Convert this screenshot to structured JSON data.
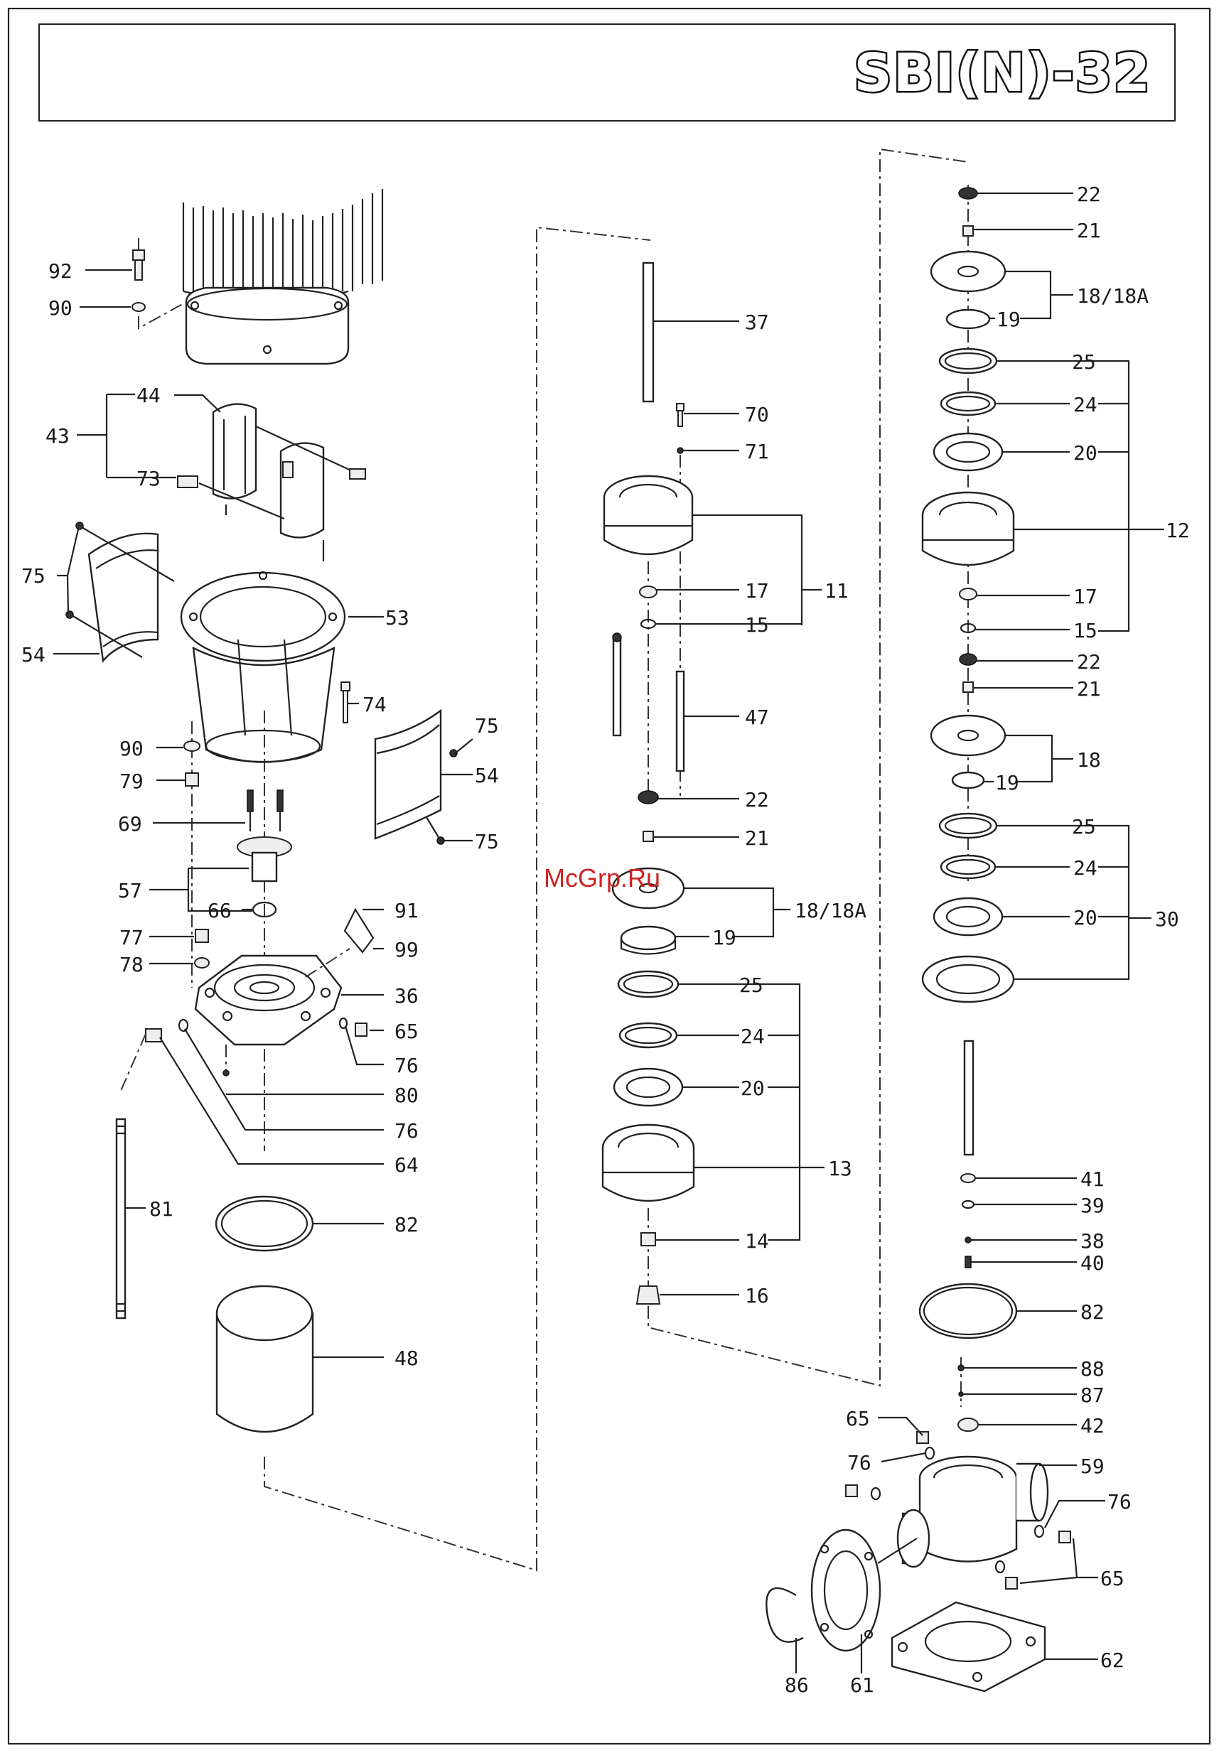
{
  "title": "SBI(N)-32",
  "watermark": "McGrp.Ru",
  "colors": {
    "line": "#222222",
    "background": "#ffffff",
    "watermark": "#cc2222"
  },
  "labels": {
    "l92": "92",
    "l90a": "90",
    "l43": "43",
    "l44": "44",
    "l73": "73",
    "l75a": "75",
    "l54a": "54",
    "l53": "53",
    "l74": "74",
    "l75b": "75",
    "l54b": "54",
    "l75c": "75",
    "l90b": "90",
    "l79": "79",
    "l69": "69",
    "l57": "57",
    "l66": "66",
    "l77": "77",
    "l78": "78",
    "l91": "91",
    "l99": "99",
    "l36": "36",
    "l65a": "65",
    "l76a": "76",
    "l80": "80",
    "l76b": "76",
    "l64": "64",
    "l81": "81",
    "l82a": "82",
    "l48": "48",
    "l37": "37",
    "l70": "70",
    "l71": "71",
    "l11": "11",
    "l17a": "17",
    "l15a": "15",
    "l47": "47",
    "l22a": "22",
    "l21a": "21",
    "l18a": "18/18A",
    "l19a": "19",
    "l25a": "25",
    "l24a": "24",
    "l20a": "20",
    "l13": "13",
    "l14": "14",
    "l16": "16",
    "l22b": "22",
    "l21b": "21",
    "l18b": "18/18A",
    "l19b": "19",
    "l25b": "25",
    "l24b": "24",
    "l20b": "20",
    "l12": "12",
    "l17b": "17",
    "l15b": "15",
    "l22c": "22",
    "l21c": "21",
    "l18c": "18",
    "l19c": "19",
    "l25c": "25",
    "l24c": "24",
    "l20c": "20",
    "l30": "30",
    "l41": "41",
    "l39": "39",
    "l38": "38",
    "l40": "40",
    "l82b": "82",
    "l88": "88",
    "l87": "87",
    "l42": "42",
    "l65b": "65",
    "l76c": "76",
    "l59": "59",
    "l76d": "76",
    "l65c": "65",
    "l86": "86",
    "l61": "61",
    "l62": "62"
  }
}
